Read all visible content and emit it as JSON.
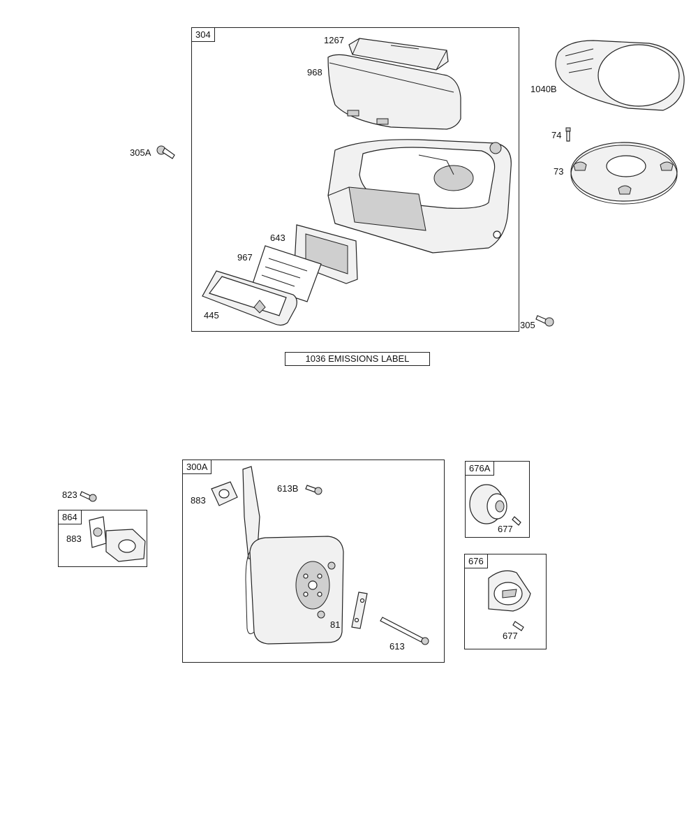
{
  "groups": {
    "g304": "304",
    "g300a": "300A",
    "g864": "864",
    "g676a": "676A",
    "g676": "676"
  },
  "emissions_label": "1036 EMISSIONS LABEL",
  "parts": {
    "p1267": "1267",
    "p968": "968",
    "p305a": "305A",
    "p643": "643",
    "p967": "967",
    "p445": "445",
    "p305": "305",
    "p1040b": "1040B",
    "p74": "74",
    "p73": "73",
    "p823": "823",
    "p883_864": "883",
    "p883_300a": "883",
    "p613b": "613B",
    "p81": "81",
    "p613": "613",
    "p677_676a": "677",
    "p677_676": "677"
  }
}
